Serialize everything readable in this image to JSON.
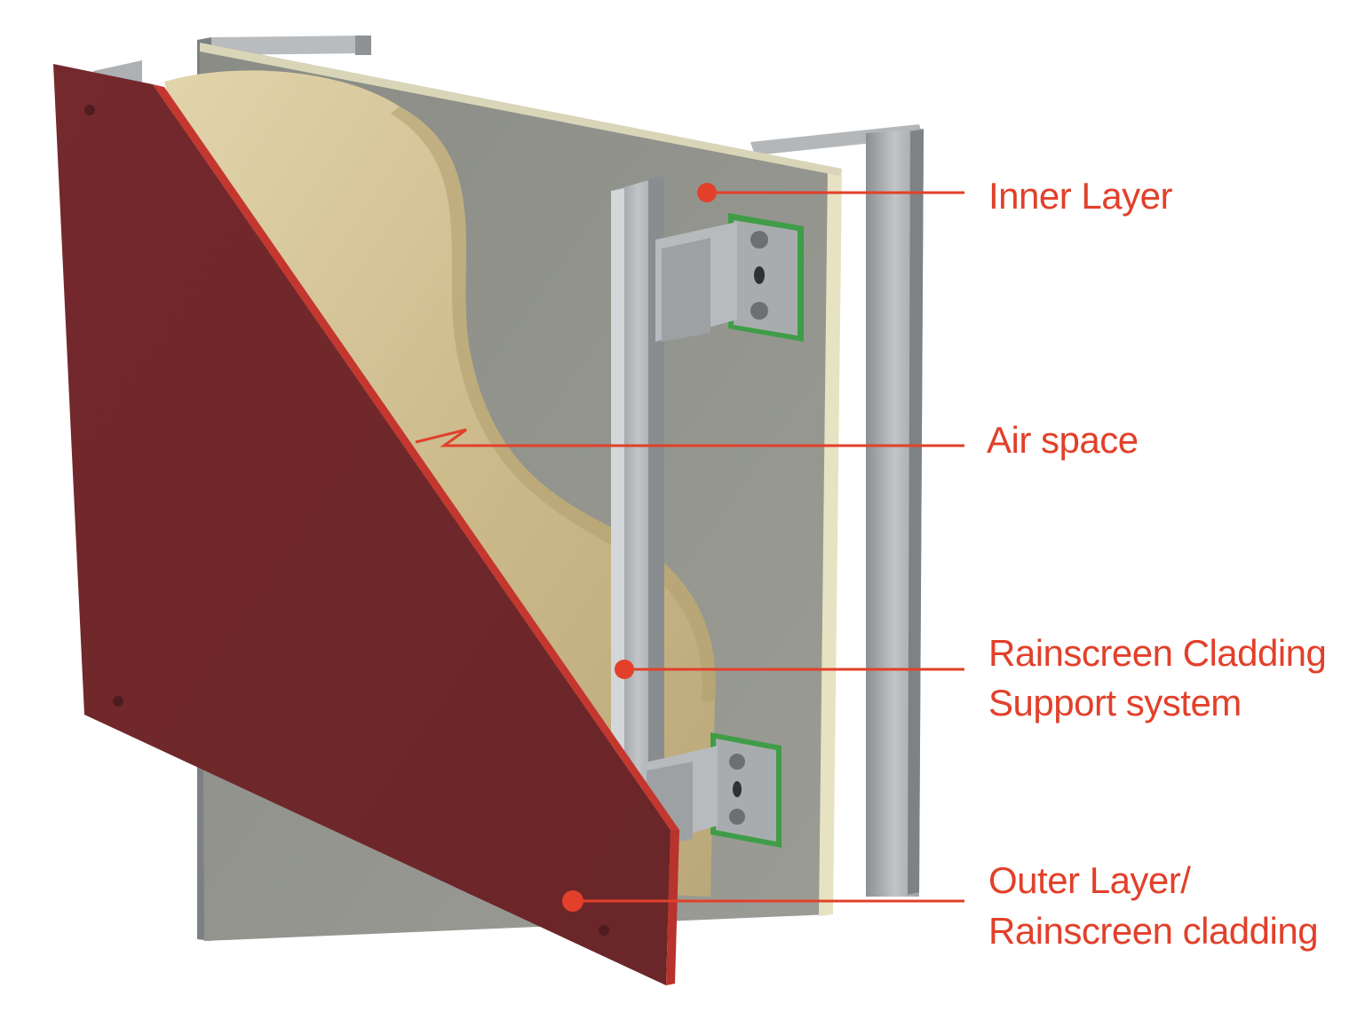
{
  "labels": {
    "inner_layer": "Inner Layer",
    "air_space": "Air space",
    "support_line1": "Rainscreen Cladding",
    "support_line2": "Support system",
    "outer_line1": "Outer Layer/",
    "outer_line2": "Rainscreen cladding"
  },
  "colors": {
    "accent": "#e2402a",
    "cladding": "#6e2a2c",
    "cladding_edge": "#c4372f",
    "insulation": "#d8c8a0",
    "board": "#8f918a",
    "board_edge": "#e7e2c2",
    "steel": "#a3a6a8",
    "bracket_pad": "#3f9d47"
  }
}
